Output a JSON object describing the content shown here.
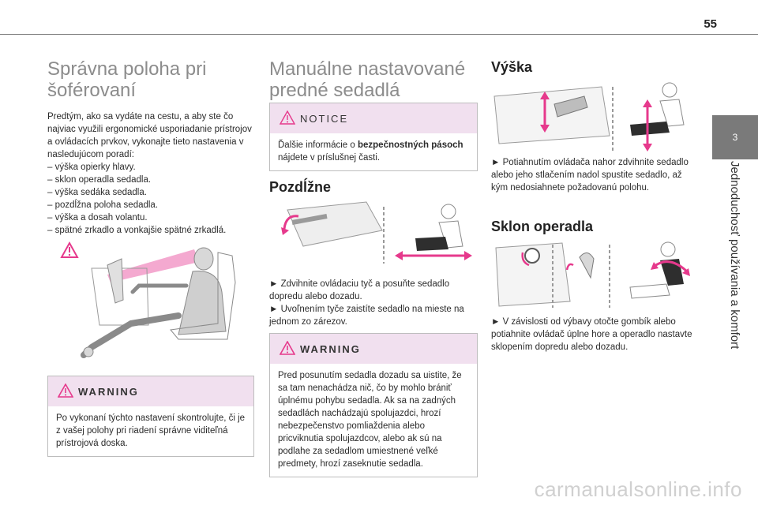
{
  "header": {
    "page_number": "55"
  },
  "sidebar": {
    "chapter_number": "3",
    "chapter_title": "Jednoduchosť používania a komfort"
  },
  "col1": {
    "title": "Správna poloha pri šoférovaní",
    "intro": "Predtým, ako sa vydáte na cestu, a aby ste čo najviac využili ergonomické usporiadanie prístrojov a ovládacích prvkov, vykonajte tieto nastavenia v nasledujúcom poradí:",
    "steps": [
      "– výška opierky hlavy.",
      "– sklon operadla sedadla.",
      "– výška sedáka sedadla.",
      "– pozdĺžna poloha sedadla.",
      "– výška a dosah volantu.",
      "– spätné zrkadlo a vonkajšie spätné zrkadlá."
    ],
    "warning_label": "WARNING",
    "warning_text": "Po vykonaní týchto nastavení skontrolujte, či je z vašej polohy pri riadení správne viditeľná prístrojová doska."
  },
  "col2": {
    "title": "Manuálne nastavované predné sedadlá",
    "notice_label": "NOTICE",
    "notice_text_pre": "Ďalšie informácie o ",
    "notice_text_bold": "bezpečnostných pásoch",
    "notice_text_post": " nájdete v príslušnej časti.",
    "section_title": "Pozdĺžne",
    "step1": "► Zdvihnite ovládaciu tyč a posuňte sedadlo dopredu alebo dozadu.",
    "step2": "► Uvoľnením tyče zaistíte sedadlo na mieste na jednom zo zárezov.",
    "warning_label": "WARNING",
    "warning_text": "Pred posunutím sedadla dozadu sa uistite, že sa tam nenachádza nič, čo by mohlo brániť úplnému pohybu sedadla. Ak sa na zadných sedadlách nachádzajú spolujazdci, hrozí nebezpečenstvo pomliaždenia alebo pricviknutia spolujazdcov, alebo ak sú na podlahe za sedadlom umiestnené veľké predmety, hrozí zaseknutie sedadla."
  },
  "col3": {
    "height_title": "Výška",
    "height_text": "► Potiahnutím ovládača nahor zdvihnite sedadlo alebo jeho stlačením nadol spustite sedadlo, až kým nedosiahnete požadovanú polohu.",
    "recline_title": "Sklon operadla",
    "recline_text": "► V závislosti od výbavy otočte gombík alebo potiahnite ovládač úplne hore a operadlo nastavte sklopením dopredu alebo dozadu."
  },
  "watermark": "carmanualsonline.info",
  "colors": {
    "accent": "#e6398c",
    "notice_bg": "#f1e0ef",
    "title_gray": "#8c8c8c"
  }
}
